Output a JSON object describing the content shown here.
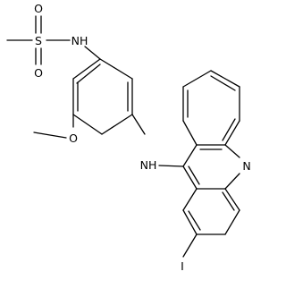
{
  "molecule": {
    "atom_labels": {
      "o_top": "O",
      "o_bottom": "O",
      "s": "S",
      "nh_sulfonamide": "NH",
      "o_methoxy": "O",
      "nh_amine": "NH",
      "n_ring": "N",
      "iodine": "I"
    }
  }
}
